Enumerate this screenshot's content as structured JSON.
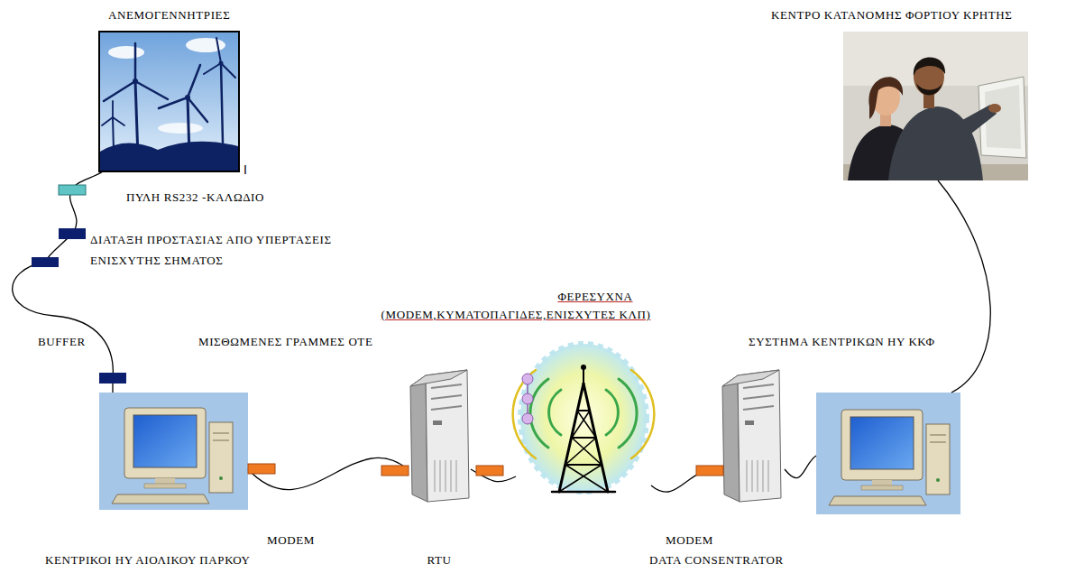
{
  "diagram": {
    "nodes": [
      {
        "text": [
          "ΑΝΕΜΟΓΕΝΝΗΤΡΙΕΣ"
        ]
      },
      {
        "text": [
          "ΚΕΝΤΡΟ ΚΑΤΑΝΟΜΗΣ ΦΟΡΤΙΟΥ ΚΡΗΤΗΣ"
        ]
      },
      {
        "text": [
          "ΚΕΝΤΡΙΚΟΙ ΗΥ ΑΙΟΛΙΚΟΥ ΠΑΡΚΟΥ"
        ]
      },
      {
        "text": [
          "RTU"
        ]
      },
      {
        "text": [
          "ΦΕΡΕΣΥΧΝΑ",
          "(MODEM,ΚΥΜΑΤΟΠΑΓΙΔΕΣ,ΕΝΙΣΧΥΤΕΣ ΚΛΠ)"
        ]
      },
      {
        "text": [
          "DATA CONSENTRATOR"
        ]
      },
      {
        "text": [
          "ΣΥΣΤΗΜΑ ΚΕΝΤΡΙΚΩΝ ΗΥ ΚΚΦ"
        ]
      }
    ],
    "edges": [
      {
        "from": 0,
        "to": 2,
        "arrow": "none"
      },
      {
        "from": 2,
        "to": 3,
        "arrow": "none"
      },
      {
        "from": 3,
        "to": 4,
        "arrow": "none"
      },
      {
        "from": 4,
        "to": 5,
        "arrow": "none"
      },
      {
        "from": 5,
        "to": 6,
        "arrow": "none"
      },
      {
        "from": 6,
        "to": 1,
        "arrow": "none"
      }
    ],
    "labels": [
      "I",
      "ΠΥΛΗ RS232 -ΚΑΛΩΔΙΟ",
      "ΔΙΑΤΑΞΗ ΠΡΟΣΤΑΣΙΑΣ ΑΠΟ ΥΠΕΡΤΑΣΕΙΣ",
      "ΕΝΙΣΧΥΤΗΣ ΣΗΜΑΤΟΣ",
      "BUFFER",
      "ΜΙΣΘΩΜΕΝΕΣ ΓΡΑΜΜΕΣ ΟΤΕ",
      "MODEM",
      "MODEM"
    ]
  }
}
